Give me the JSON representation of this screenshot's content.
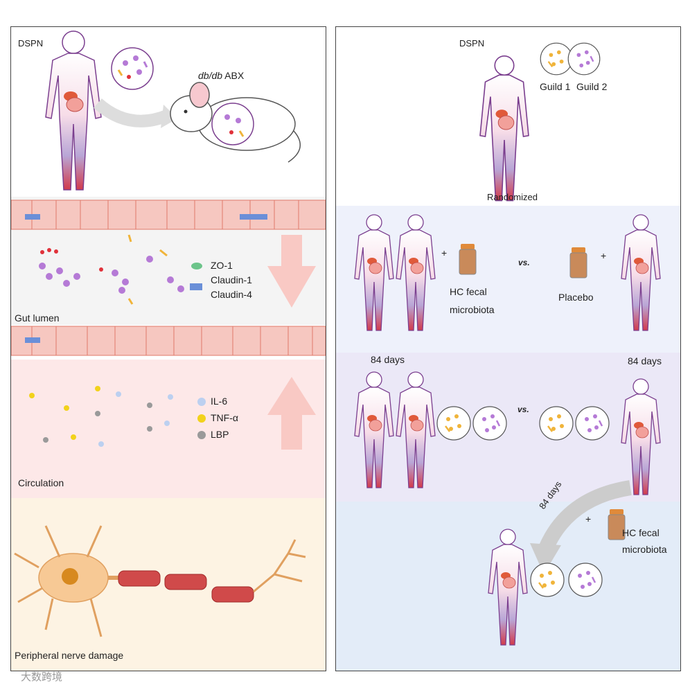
{
  "left_panel": {
    "dspn_label": "DSPN",
    "mouse_label_italic": "db/db",
    "mouse_label_rest": " ABX",
    "gut_lumen_label": "Gut lumen",
    "tight_junctions": [
      "ZO-1",
      "Claudin-1",
      "Claudin-4"
    ],
    "circulation_markers": [
      "IL-6",
      "TNF-α",
      "LBP"
    ],
    "circulation_label": "Circulation",
    "nerve_label": "Peripheral nerve damage"
  },
  "right_panel": {
    "dspn_label": "DSPN",
    "guild1_label": "Guild 1",
    "guild2_label": "Guild 2",
    "randomized_label": "Randomized",
    "plus_sign": "+",
    "vs_label": "vs.",
    "hc_fecal_label_line1": "HC fecal",
    "hc_fecal_label_line2": "microbiota",
    "placebo_label": "Placebo",
    "days_label": "84 days",
    "arrow_days_label": "84 days"
  },
  "watermark": "大数跨境",
  "colors": {
    "gut_zone": "#f4f4f4",
    "circulation_zone": "#fde8e8",
    "nerve_zone": "#fdf3e3",
    "right_zone_2": "#eef1fb",
    "right_zone_3": "#ebe8f7",
    "right_zone_4": "#e3ecf8",
    "body_outline": "#7b3f8f",
    "guild1": "#f0b43a",
    "guild2": "#b57ad6"
  }
}
